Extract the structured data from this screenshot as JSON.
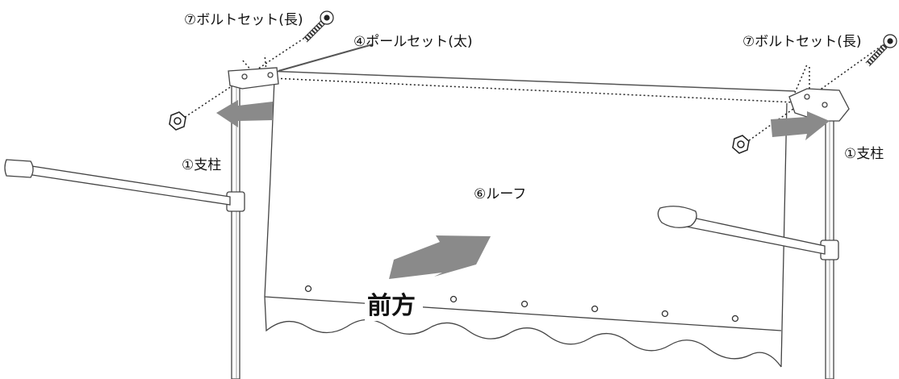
{
  "labels": {
    "bolt_left": "⑦ボルトセット(長)",
    "pole_thick": "④ポールセット(太)",
    "bolt_right": "⑦ボルトセット(長)",
    "post_left": "①支柱",
    "post_right": "①支柱",
    "roof": "⑥ルーフ",
    "front": "前方"
  },
  "colors": {
    "line": "#333333",
    "arrow": "#808080",
    "background": "#ffffff"
  }
}
